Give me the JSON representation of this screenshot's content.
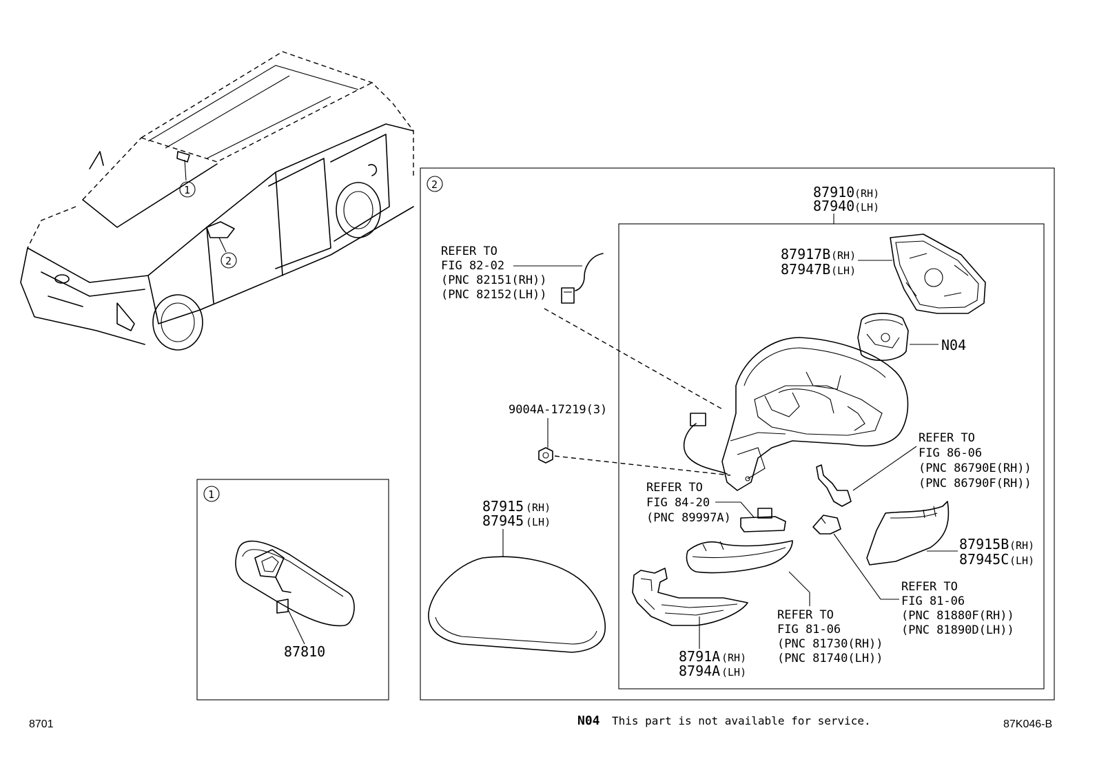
{
  "panels": {
    "panel1_marker": "1",
    "panel2_marker": "2",
    "car_marker_1": "1",
    "car_marker_2": "2"
  },
  "parts": {
    "p87810": "87810",
    "p87910": "87910",
    "p87910_suffix": "(RH)",
    "p87940": "87940",
    "p87940_suffix": "(LH)",
    "p87917B": "87917B",
    "p87917B_suffix": "(RH)",
    "p87947B": "87947B",
    "p87947B_suffix": "(LH)",
    "n04": "N04",
    "bolt": "9004A-17219(3)",
    "p87915": "87915",
    "p87915_suffix": "(RH)",
    "p87945": "87945",
    "p87945_suffix": "(LH)",
    "p87915B": "87915B",
    "p87915B_suffix": "(RH)",
    "p87945C": "87945C",
    "p87945C_suffix": "(LH)",
    "p8791A": "8791A",
    "p8791A_suffix": "(RH)",
    "p8794A": "8794A",
    "p8794A_suffix": "(LH)"
  },
  "refs": {
    "r1": [
      "REFER TO",
      "FIG 82-02",
      "(PNC 82151(RH))",
      "(PNC 82152(LH))"
    ],
    "r2": [
      "REFER TO",
      "FIG 86-06",
      "(PNC 86790E(RH))",
      "(PNC 86790F(RH))"
    ],
    "r3": [
      "REFER TO",
      "FIG 84-20",
      "(PNC 89997A)"
    ],
    "r4": [
      "REFER TO",
      "FIG 81-06",
      "(PNC 81880F(RH))",
      "(PNC 81890D(LH))"
    ],
    "r5": [
      "REFER TO",
      "FIG 81-06",
      "(PNC 81730(RH))",
      "(PNC 81740(LH))"
    ]
  },
  "footer": {
    "left_code": "8701",
    "note_code": "N04",
    "note_text": "This part is not available for service.",
    "right_code": "87K046-B"
  }
}
